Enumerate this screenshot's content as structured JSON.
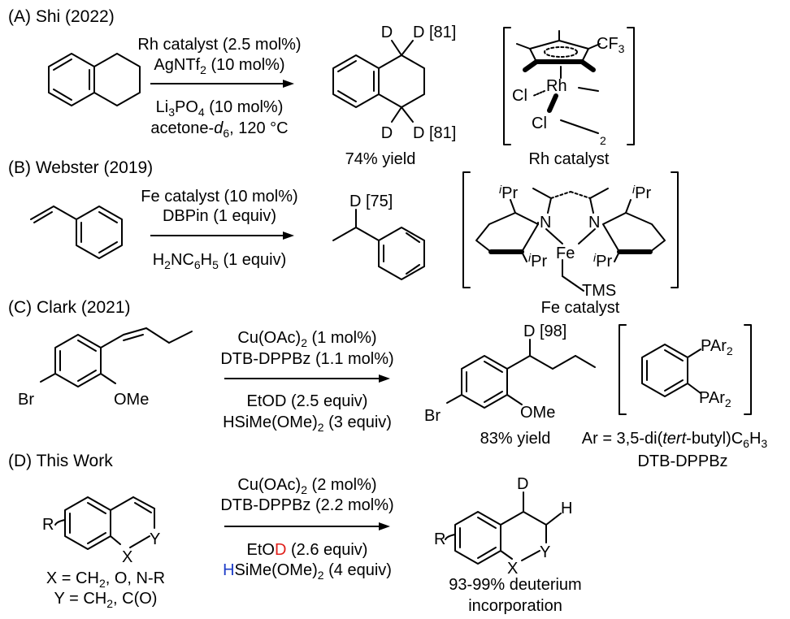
{
  "colors": {
    "deuterium": "#e0201b",
    "hydrogen": "#1f3ec8",
    "default": "#000000"
  },
  "section_a": {
    "label": "(A) Shi (2022)",
    "cond1": "Rh catalyst (2.5 mol%)",
    "cond2_pre": "AgNTf",
    "cond2_sub": "2",
    "cond2_post": " (10 mol%)",
    "cond3_pre": "Li",
    "cond3_sub1": "3",
    "cond3_mid": "PO",
    "cond3_sub2": "4",
    "cond3_post": " (10 mol%)",
    "cond4_pre": "acetone-",
    "cond4_ital": "d",
    "cond4_sub": "6",
    "cond4_post": ", 120 °C",
    "d": "D",
    "d_label_top": "D [81]",
    "d_label_bottom": "D [81]",
    "yield": "74% yield",
    "cat_cf3": "CF",
    "cat_cf3_sub": "3",
    "cat_rh": "Rh",
    "cat_cl1": "Cl",
    "cat_cl2": "Cl",
    "cat_sub2": "2",
    "cat_caption": "Rh catalyst"
  },
  "section_b": {
    "label": "(B) Webster (2019)",
    "cond1": "Fe catalyst (10 mol%)",
    "cond2": "DBPin (1 equiv)",
    "cond3_pre": "H",
    "cond3_sub1": "2",
    "cond3_mid": "NC",
    "cond3_sub2": "6",
    "cond3_mid2": "H",
    "cond3_sub3": "5",
    "cond3_post": " (1 equiv)",
    "d_label": "D [75]",
    "cat_ipr_i": "i",
    "cat_ipr_pr": "Pr",
    "cat_n": "N",
    "cat_fe": "Fe",
    "cat_tms": "TMS",
    "cat_caption": "Fe catalyst"
  },
  "section_c": {
    "label": "(C) Clark (2021)",
    "cond1_pre": "Cu(OAc)",
    "cond1_sub": "2",
    "cond1_post": " (1 mol%)",
    "cond2": "DTB-DPPBz (1.1 mol%)",
    "cond3": "EtOD (2.5 equiv)",
    "cond4_pre": "HSiMe(OMe)",
    "cond4_sub": "2",
    "cond4_post": " (3 equiv)",
    "br": "Br",
    "ome": "OMe",
    "d_label": "D [98]",
    "yield": "83% yield",
    "ligand_par": "PAr",
    "ligand_sub": "2",
    "ar_pre": "Ar = 3,5-di(",
    "ar_ital": "tert",
    "ar_mid": "-butyl)C",
    "ar_sub1": "6",
    "ar_mid2": "H",
    "ar_sub2": "3",
    "ligand_caption": "DTB-DPPBz"
  },
  "section_d": {
    "label": "(D) This Work",
    "cond1_pre": "Cu(OAc)",
    "cond1_sub": "2",
    "cond1_post": " (2 mol%)",
    "cond2": "DTB-DPPBz (2.2 mol%)",
    "cond3_pre": "EtO",
    "cond3_d": "D",
    "cond3_post": " (2.6 equiv)",
    "cond4_h": "H",
    "cond4_pre": "SiMe(OMe)",
    "cond4_sub": "2",
    "cond4_post": " (4 equiv)",
    "r": "R",
    "x": "X",
    "y": "Y",
    "x_def_pre": "X = CH",
    "x_def_sub": "2",
    "x_def_post": ", O, N-R",
    "y_def_pre": "Y = CH",
    "y_def_sub": "2",
    "y_def_post": ", C(O)",
    "d": "D",
    "h": "H",
    "incorp1": "93-99% deuterium",
    "incorp2": "incorporation"
  }
}
